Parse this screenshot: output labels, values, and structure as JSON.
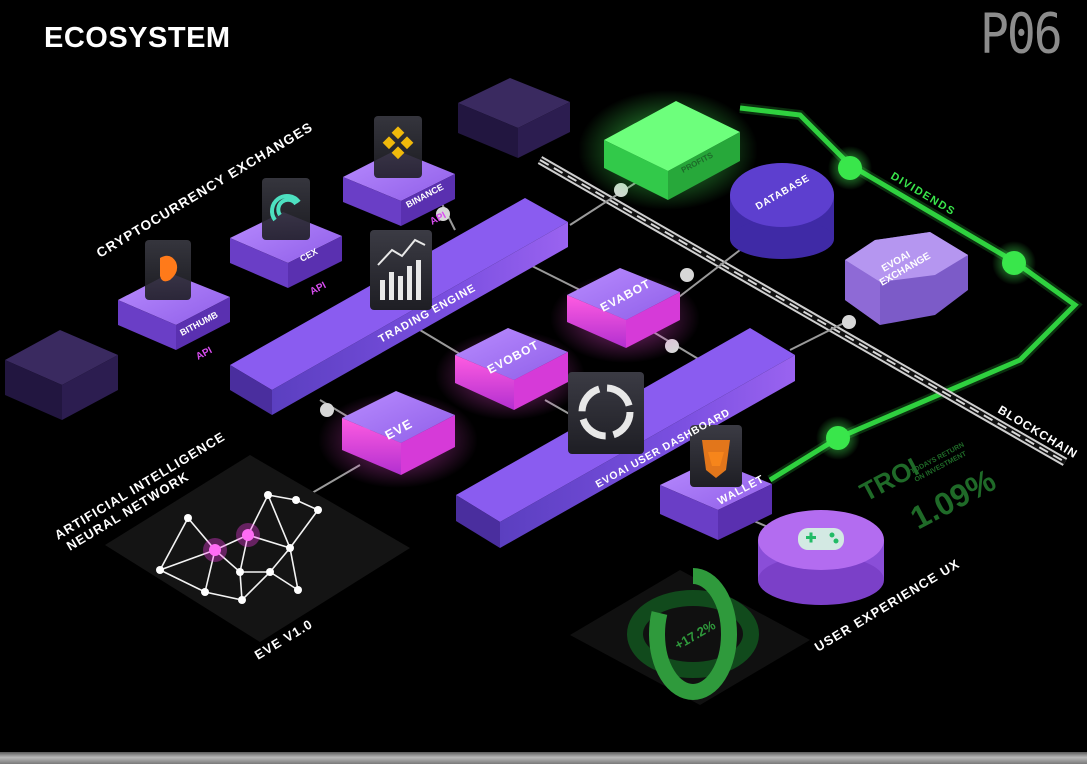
{
  "header": {
    "title": "ECOSYSTEM",
    "page_number": "P06"
  },
  "section_labels": {
    "crypto_exchanges": "CRYPTOCURRENCY EXCHANGES",
    "ai_line1": "ARTIFICIAL INTELLIGENCE",
    "ai_line2": "NEURAL NETWORK",
    "eve_version": "EVE V1.0",
    "ux": "USER EXPERIENCE UX",
    "blockchain": "BLOCKCHAIN",
    "dividends": "DIVIDENDS"
  },
  "nodes": {
    "bithumb": "BITHUMB",
    "cex": "CEX",
    "binance": "BINANCE",
    "trading_engine": "TRADING ENGINE",
    "evabot": "EVABOT",
    "evobot": "EVOBOT",
    "eve": "EVE",
    "dashboard": "EVOAI USER DASHBOARD",
    "wallet": "WALLET",
    "profits": "PROFITS",
    "database": "DATABASE",
    "exchange_line1": "EVOAI",
    "exchange_line2": "EXCHANGE"
  },
  "api_labels": {
    "a1": "API",
    "a2": "API",
    "a3": "API"
  },
  "troi": {
    "title": "TROI",
    "sub1": "TODAYS RETURN",
    "sub2": "ON INVESTMENT",
    "value": "1.09%"
  },
  "donut": {
    "label": "+17.2%",
    "fraction": 0.82
  },
  "colors": {
    "accent_purple": "#8f5cf0",
    "accent_pink": "#e040fb",
    "accent_green": "#35e24a",
    "background": "#000000"
  }
}
